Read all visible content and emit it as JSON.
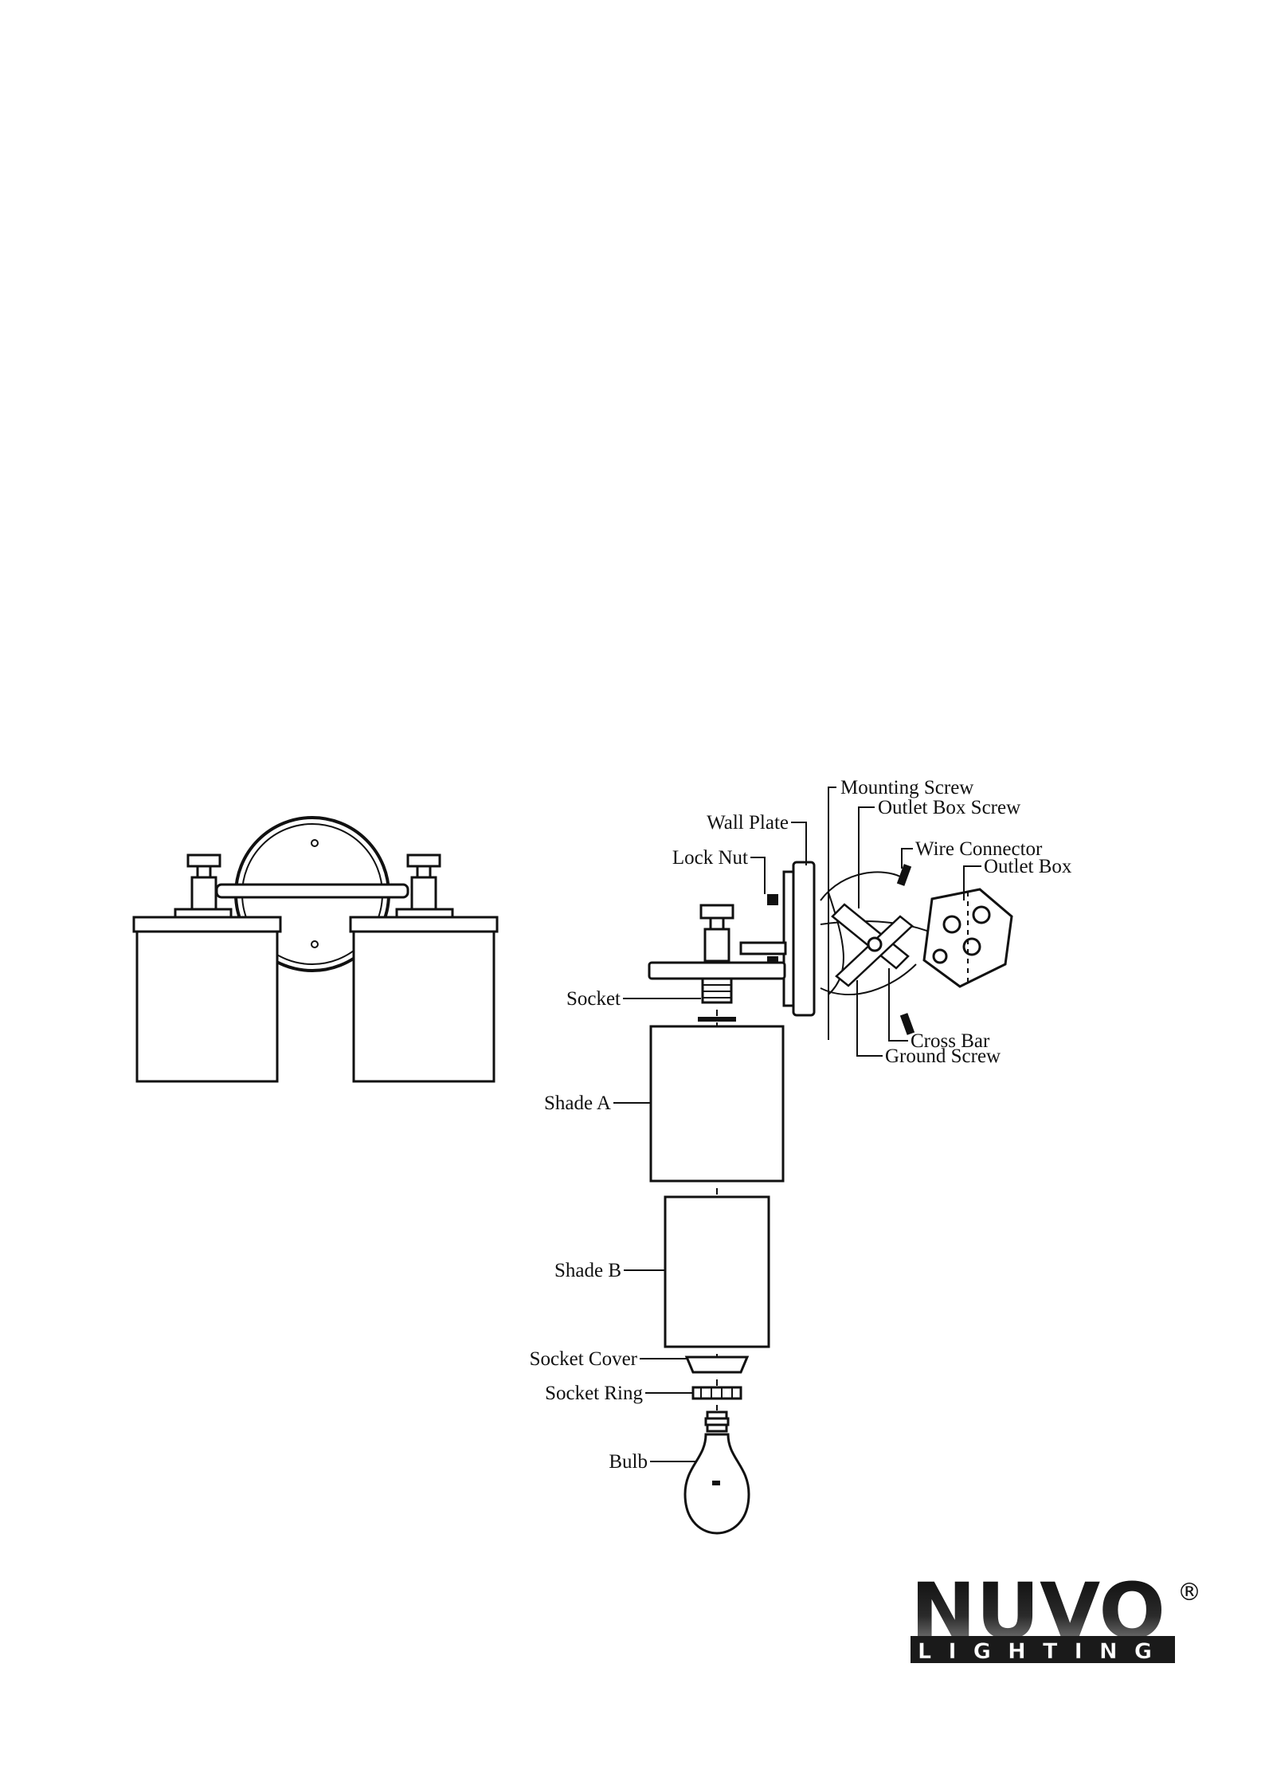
{
  "labels": {
    "mounting_screw": "Mounting Screw",
    "outlet_box_screw": "Outlet Box Screw",
    "wall_plate": "Wall Plate",
    "wire_connector": "Wire Connector",
    "outlet_box": "Outlet Box",
    "lock_nut": "Lock Nut",
    "socket": "Socket",
    "cross_bar": "Cross Bar",
    "ground_screw": "Ground Screw",
    "shade_a": "Shade A",
    "shade_b": "Shade B",
    "socket_cover": "Socket Cover",
    "socket_ring": "Socket Ring",
    "bulb": "Bulb"
  },
  "logo": {
    "brand": "NUVO",
    "subtitle": "LIGHTING",
    "registered": "®"
  },
  "colors": {
    "line": "#111111",
    "logo_dark": "#0a0a0a"
  }
}
